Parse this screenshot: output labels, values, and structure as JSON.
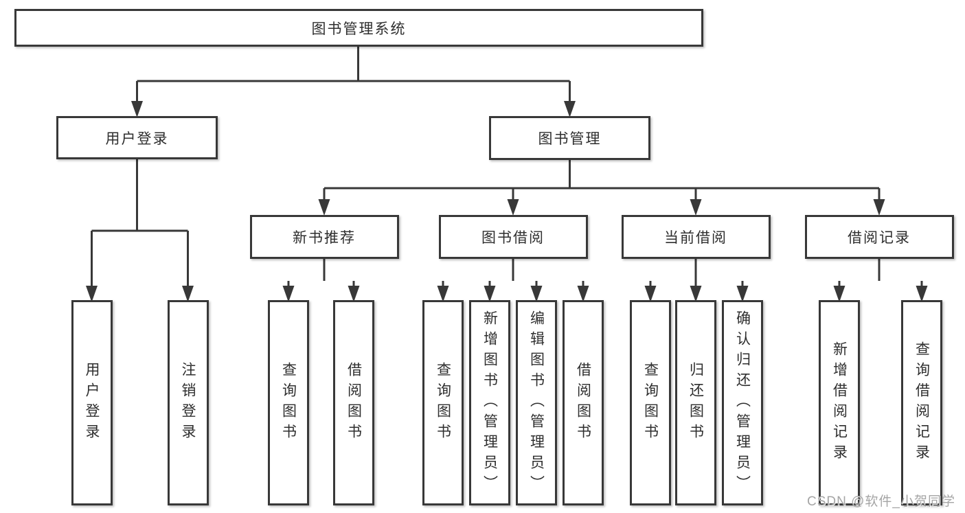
{
  "tree": {
    "root_label": "图书管理系统",
    "branches": [
      {
        "label": "用户登录",
        "children": [
          "用户登录",
          "注销登录"
        ]
      },
      {
        "label": "图书管理",
        "groups": [
          {
            "label": "新书推荐",
            "children": [
              "查询图书",
              "借阅图书"
            ]
          },
          {
            "label": "图书借阅",
            "children": [
              "查询图书",
              "新增图书（管理员）",
              "编辑图书（管理员）",
              "借阅图书"
            ]
          },
          {
            "label": "当前借阅",
            "children": [
              "查询图书",
              "归还图书",
              "确认归还（管理员）"
            ]
          },
          {
            "label": "借阅记录",
            "children": [
              "新增借阅记录",
              "查询借阅记录"
            ]
          }
        ]
      }
    ]
  },
  "watermark": "CSDN @软件_小贺同学",
  "colors": {
    "line": "#383838",
    "text": "#2e2e2e",
    "box_background": "#ffffff",
    "page_background": "#ffffff",
    "watermark": "#a5a5a5"
  }
}
